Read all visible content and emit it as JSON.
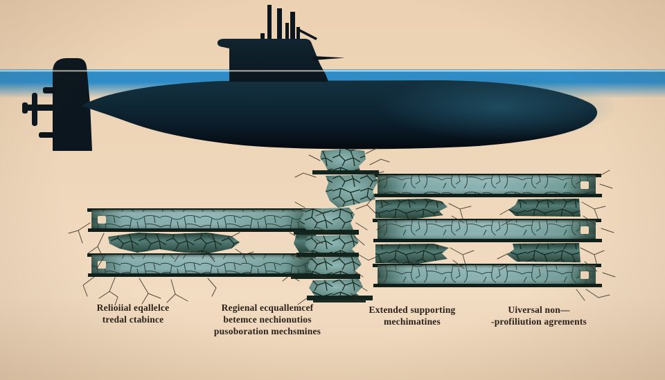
{
  "palette": {
    "background": "#ecd3b6",
    "water_blue": "#2f8cc6",
    "waterline_highlight": "#fdf3e0",
    "submarine_dark": "#0b161e",
    "sail_dark": "#0e1f29",
    "slab_teal": "#82abab",
    "slab_end_dark": "#2b4a40",
    "slab_edge_dark": "#101f1a",
    "crack_line": "#1c332d",
    "crack_spill": "#342e22",
    "caption_text": "#2a211a"
  },
  "illustration": {
    "subject": "Submarine at waterline above fractured supporting slabs"
  },
  "captions": [
    {
      "lines": [
        "Relioiial eqallelce",
        "tredal ctabince"
      ]
    },
    {
      "lines": [
        "Regienal ecquallemcef",
        "betemce nechionutios",
        "pusoboration mechsmines"
      ]
    },
    {
      "lines": [
        "Extended supporting",
        "mechimatines"
      ]
    },
    {
      "lines": [
        "Uiversal non—",
        "-profiliution agrements"
      ]
    }
  ]
}
